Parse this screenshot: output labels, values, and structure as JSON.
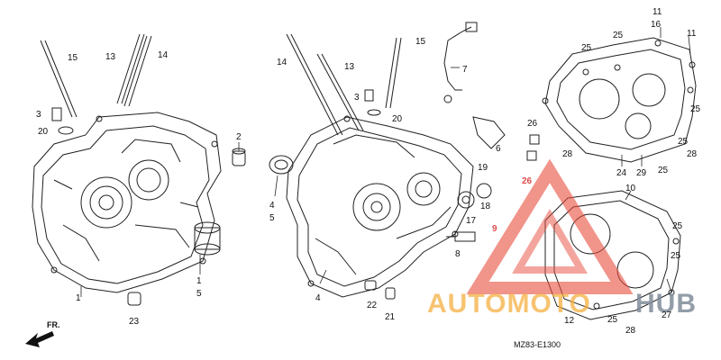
{
  "diagram": {
    "code": "MZ83-E1300",
    "front_mark": "FR.",
    "watermark": {
      "word_a": "AUTOMOTO",
      "word_b": "HUB",
      "color_a": "#f5b041",
      "color_b": "#7f8c9a",
      "triangle_color": "#e74c3c"
    },
    "callouts": {
      "c1": "1",
      "c2": "2",
      "c3": "3",
      "c4": "4",
      "c5": "5",
      "c6": "6",
      "c7": "7",
      "c8": "8",
      "c9": "9",
      "c10": "10",
      "c11": "11",
      "c12": "12",
      "c13": "13",
      "c14": "14",
      "c15": "15",
      "c16": "16",
      "c17": "17",
      "c18": "18",
      "c19": "19",
      "c20": "20",
      "c21": "21",
      "c22": "22",
      "c23": "23",
      "c24": "24",
      "c25": "25",
      "c26": "26",
      "c27": "27",
      "c28": "28",
      "c29": "29"
    }
  }
}
